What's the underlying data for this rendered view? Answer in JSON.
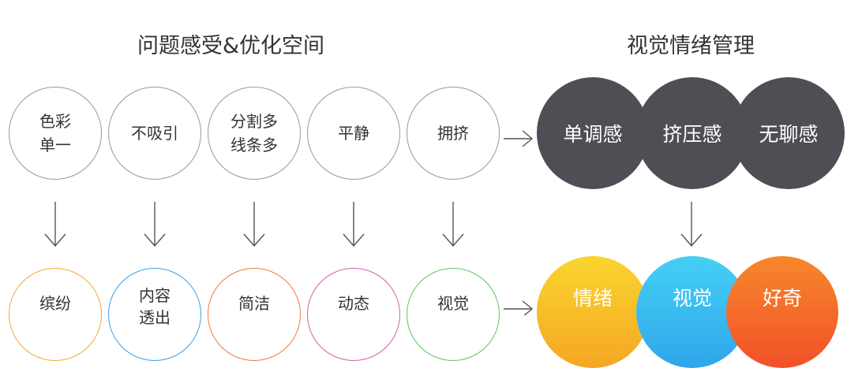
{
  "titles": {
    "left": "问题感受&优化空间",
    "right": "视觉情绪管理"
  },
  "problems": [
    {
      "line1": "色彩",
      "line2": "单一"
    },
    {
      "line1": "不吸引",
      "line2": ""
    },
    {
      "line1": "分割多",
      "line2": "线条多"
    },
    {
      "line1": "平静",
      "line2": ""
    },
    {
      "line1": "拥挤",
      "line2": ""
    }
  ],
  "feelings": [
    "单调感",
    "挤压感",
    "无聊感"
  ],
  "solutions": [
    {
      "line1": "缤纷",
      "line2": "",
      "color": "#f2a93b"
    },
    {
      "line1": "内容",
      "line2": "透出",
      "color": "#3aa0e8"
    },
    {
      "line1": "简洁",
      "line2": "",
      "color": "#f07a3a"
    },
    {
      "line1": "动态",
      "line2": "",
      "color": "#d65fa9"
    },
    {
      "line1": "视觉",
      "line2": "",
      "color": "#5cc75a"
    }
  ],
  "emotions": [
    {
      "label": "情绪",
      "color": "#f6c52c"
    },
    {
      "label": "视觉",
      "color": "#3ec4f0"
    },
    {
      "label": "好奇",
      "color": "#f4672a"
    }
  ],
  "colors": {
    "dark_circle": "#4d4f55",
    "outline": "#999999",
    "arrow": "#555555"
  }
}
